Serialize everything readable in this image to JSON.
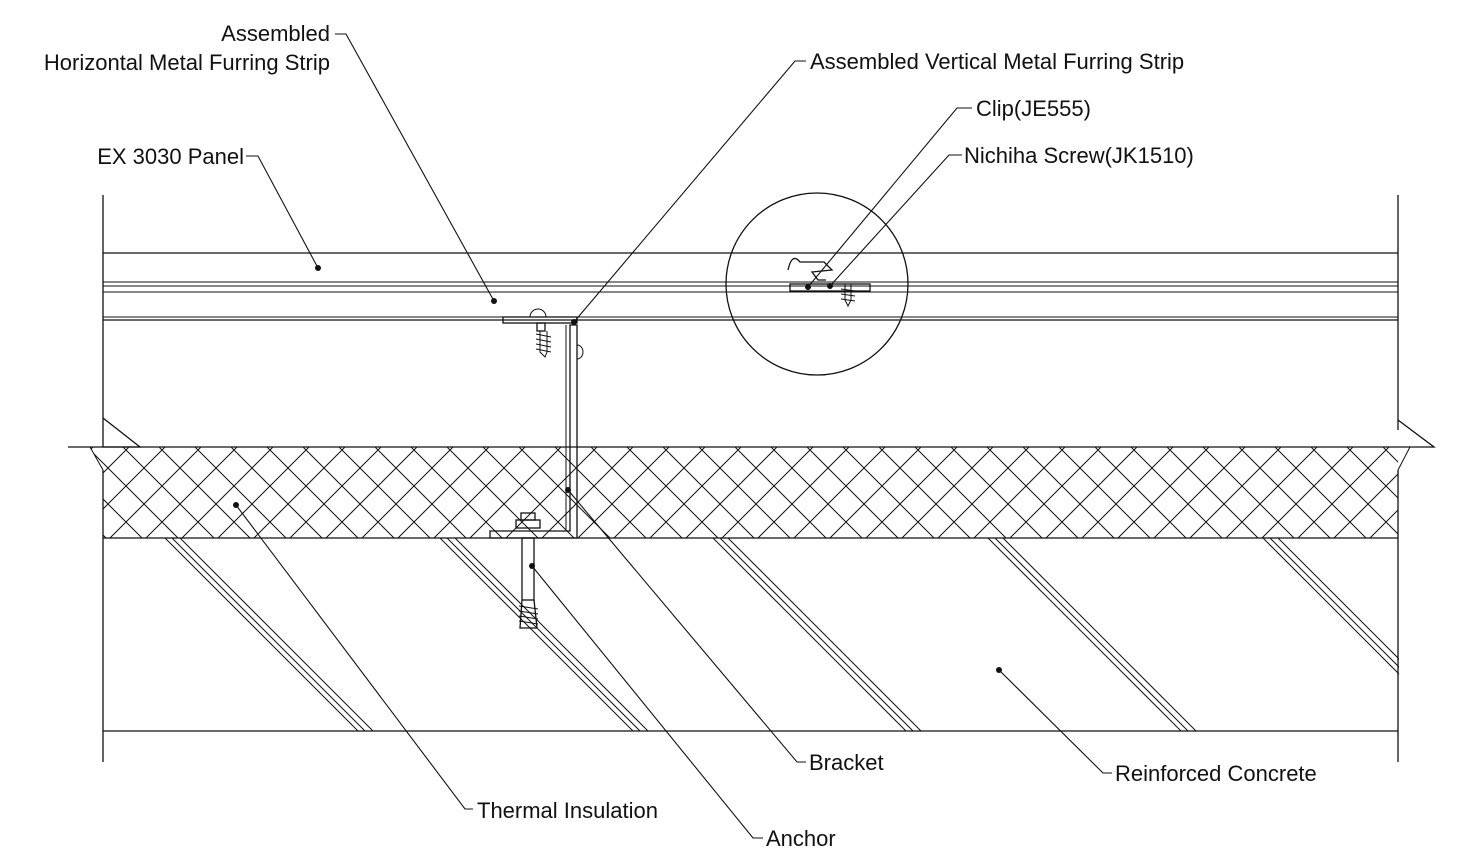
{
  "labels": {
    "horizontal_strip_line1": "Assembled",
    "horizontal_strip_line2": "Horizontal Metal Furring Strip",
    "vertical_strip": "Assembled Vertical Metal Furring Strip",
    "clip": "Clip(JE555)",
    "screw": "Nichiha Screw(JK1510)",
    "panel": "EX 3030 Panel",
    "thermal_insulation": "Thermal Insulation",
    "anchor": "Anchor",
    "bracket": "Bracket",
    "reinforced_concrete": "Reinforced Concrete"
  },
  "colors": {
    "line": "#111111",
    "background": "#ffffff"
  }
}
